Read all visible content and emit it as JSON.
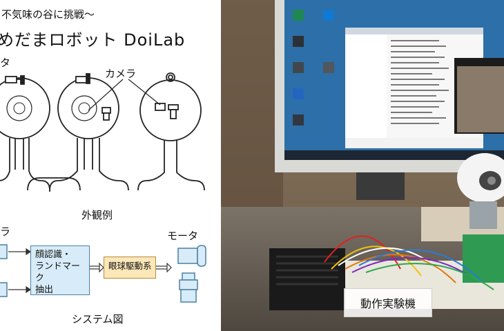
{
  "diagram": {
    "title_line1": "不気味の谷に挑戦～",
    "title_line2": "めだまロボット  DoiLab",
    "label_camera": "カメラ",
    "label_cut_top": "タ",
    "caption_appearance": "外観例",
    "label_cut_camera": "ラ",
    "label_motor": "モータ",
    "box_face": "顔認識・\nランドマーク\n抽出",
    "box_eye": "眼球駆動系",
    "caption_system": "システム図"
  },
  "photo": {
    "caption": "動作実験機"
  }
}
